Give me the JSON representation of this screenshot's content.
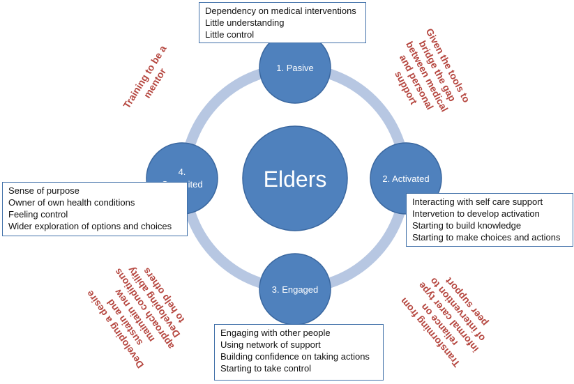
{
  "colors": {
    "ring": "#b7c7e2",
    "node_fill": "#4f81bd",
    "node_stroke": "#3a679f",
    "box_border": "#3f6fa8",
    "annotation": "#b5463f"
  },
  "center": {
    "label": "Elders"
  },
  "nodes": [
    {
      "label": "1. Pasive"
    },
    {
      "label": "2. Activated"
    },
    {
      "label": "3. Engaged"
    },
    {
      "label_lines": [
        "4.",
        "Commited"
      ]
    }
  ],
  "boxes": {
    "pasive": [
      "Dependency on medical interventions",
      "Little understanding",
      "Little control"
    ],
    "activated": [
      "Interacting with self care support",
      "Intervetion to develop activation",
      "Starting to build knowledge",
      "Starting to make choices and actions"
    ],
    "engaged": [
      "Engaging with other people",
      "Using network of support",
      "Building confidence on taking actions",
      "Starting to take control"
    ],
    "commited": [
      "Sense of purpose",
      "Owner of own health conditions",
      "Feeling control",
      "Wider exploration of options and choices"
    ]
  },
  "annotations": {
    "pasive_to_activated": [
      "Given the tools to",
      "bridge the gap",
      "between medical",
      "and personal",
      "support"
    ],
    "activated_to_engaged": [
      "Transforming from",
      "reliance on",
      "informal carer type",
      "of intervention to",
      "peer support"
    ],
    "engaged_to_commited": [
      "Developing a desire",
      "sustain and",
      "maintain new",
      "approach conditions",
      "Developing ability",
      "to help others"
    ],
    "commited_to_pasive": [
      "Training to be a",
      "mentor"
    ]
  }
}
